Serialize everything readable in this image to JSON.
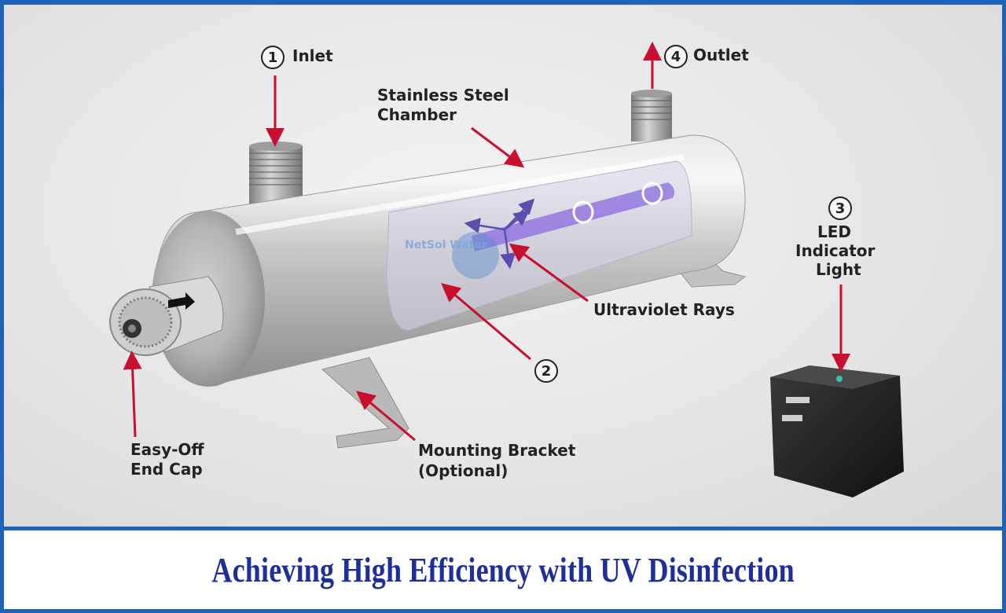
{
  "labels": {
    "inlet": "Inlet",
    "inlet_num": "1",
    "outlet": "Outlet",
    "outlet_num": "4",
    "chamber_line1": "Stainless Steel",
    "chamber_line2": "Chamber",
    "led_num": "3",
    "led_line1": "LED",
    "led_line2": "Indicator",
    "led_line3": "Light",
    "uv_rays": "Ultraviolet Rays",
    "num2": "2",
    "endcap_line1": "Easy-Off",
    "endcap_line2": "End Cap",
    "bracket_line1": "Mounting Bracket",
    "bracket_line2": "(Optional)"
  },
  "watermark": "NetSol Water",
  "caption": "Achieving High Efficiency with UV Disinfection",
  "colors": {
    "border": "#1f63b8",
    "caption_text": "#1e2f9c",
    "arrow": "#c8102e",
    "uv_lamp": "#8a6be0"
  }
}
